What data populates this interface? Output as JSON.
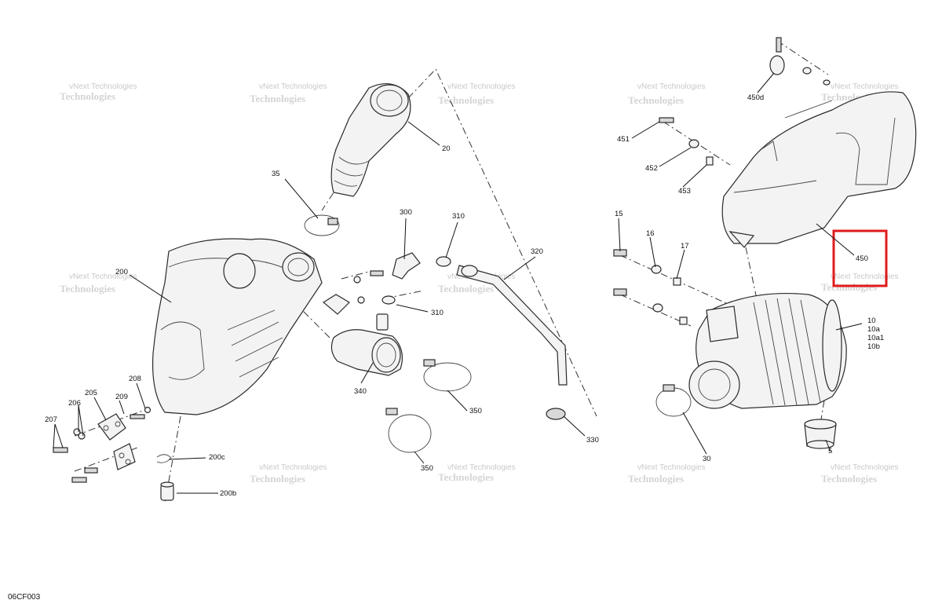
{
  "diagram_code": "06CF003",
  "watermark": {
    "line1": "vNext Technologies",
    "line2": "Technologies"
  },
  "highlight_color": "#e01b1b",
  "labels": {
    "p20": "20",
    "p35": "35",
    "p200": "200",
    "p208": "208",
    "p205": "205",
    "p206": "206",
    "p209": "209",
    "p207": "207",
    "p200c": "200c",
    "p200b": "200b",
    "p300": "300",
    "p310a": "310",
    "p310b": "310",
    "p320": "320",
    "p340": "340",
    "p350a": "350",
    "p350b": "350",
    "p330": "330",
    "p450d": "450d",
    "p451": "451",
    "p452": "452",
    "p453": "453",
    "p15": "15",
    "p16": "16",
    "p17": "17",
    "p450": "450",
    "p10": "10",
    "p10a": "10a",
    "p10a1": "10a1",
    "p10b": "10b",
    "p30": "30",
    "p5": "5"
  }
}
